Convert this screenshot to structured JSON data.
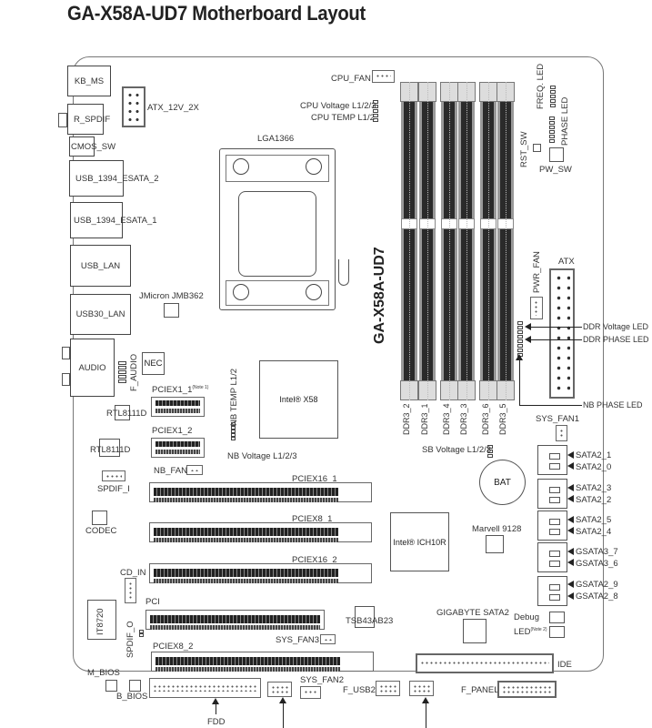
{
  "title": "GA-X58A-UD7 Motherboard Layout",
  "board_model_label": "GA-X58A-UD7",
  "rear_io": {
    "kb_ms": "KB_MS",
    "r_spdif": "R_SPDIF",
    "cmos_sw": "CMOS_SW",
    "usb_1394_esata_2": "USB_1394_ESATA_2",
    "usb_1394_esata_1": "USB_1394_ESATA_1",
    "usb_lan": "USB_LAN",
    "usb30_lan": "USB30_LAN",
    "audio": "AUDIO"
  },
  "power": {
    "atx_12v": "ATX_12V_2X",
    "atx": "ATX",
    "pwr_fan": "PWR_FAN"
  },
  "cpu": {
    "socket": "LGA1366",
    "cpu_fan": "CPU_FAN",
    "cpu_voltage": "CPU Voltage L1/2/3",
    "cpu_temp": "CPU TEMP L1/2"
  },
  "top_right": {
    "freq_led": "FREQ. LED",
    "phase_led": "PHASE LED",
    "rst_sw": "RST_SW",
    "pw_sw": "PW_SW"
  },
  "memory": {
    "slots": [
      "DDR3_2",
      "DDR3_1",
      "DDR3_4",
      "DDR3_3",
      "DDR3_6",
      "DDR3_5"
    ],
    "ddr_voltage_led": "DDR Voltage LED",
    "ddr_phase_led": "DDR PHASE LED",
    "nb_phase_led": "NB PHASE LED"
  },
  "chips": {
    "jmicron": "JMicron JMB362",
    "nec": "NEC",
    "x58": "Intel® X58",
    "ich10r": "Intel® ICH10R",
    "marvell": "Marvell 9128",
    "rtl_1": "RTL8111D",
    "rtl_2": "RTL8111D",
    "codec": "CODEC",
    "it8720": "IT8720",
    "tsb": "TSB43AB23",
    "gigabyte_sata2": "GIGABYTE SATA2",
    "bat": "BAT"
  },
  "headers": {
    "f_audio": "F_AUDIO",
    "spdif_i": "SPDIF_I",
    "nb_fan": "NB_FAN",
    "nb_temp": "NB TEMP L1/2",
    "nb_voltage": "NB Voltage L1/2/3",
    "sb_voltage": "SB Voltage L1/2/3",
    "sys_fan1": "SYS_FAN1",
    "sys_fan2": "SYS_FAN2",
    "sys_fan3": "SYS_FAN3",
    "cd_in": "CD_IN",
    "spdif_o": "SPDIF_O",
    "m_bios": "M_BIOS",
    "b_bios": "B_BIOS",
    "fdd": "FDD",
    "f_usb2": "F_USB2",
    "f_panel": "F_PANEL",
    "ide": "IDE",
    "debug": "Debug",
    "led": "LED",
    "note2": "(Note 2)"
  },
  "expansion": {
    "pciex1_1": "PCIEX1_1",
    "note1": "(Note 1)",
    "pciex1_2": "PCIEX1_2",
    "pciex16_1": "PCIEX16_1",
    "pciex8_1": "PCIEX8_1",
    "pciex16_2": "PCIEX16_2",
    "pci": "PCI",
    "pciex8_2": "PCIEX8_2"
  },
  "sata": {
    "ports": [
      [
        "SATA2_1",
        "SATA2_0"
      ],
      [
        "SATA2_3",
        "SATA2_2"
      ],
      [
        "SATA2_5",
        "SATA2_4"
      ],
      [
        "GSATA3_7",
        "GSATA3_6"
      ],
      [
        "GSATA2_9",
        "GSATA2_8"
      ]
    ]
  }
}
